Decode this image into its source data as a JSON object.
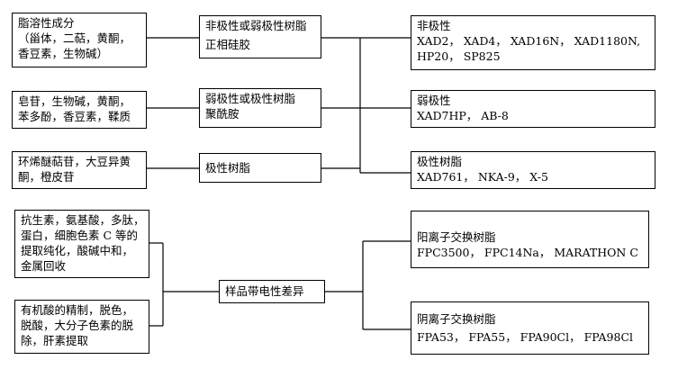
{
  "sources": [
    {
      "lines": [
        "脂溶性成分",
        "（甾体，二萜，黄酮，",
        "香豆素，生物碱）"
      ]
    },
    {
      "lines": [
        "皂苷，生物碱，黄酮，",
        "苯多酚，香豆素，鞣质"
      ]
    },
    {
      "lines": [
        "环烯醚萜苷，大豆异黄",
        "酮，橙皮苷"
      ]
    },
    {
      "lines": [
        "抗生素，氨基酸，多肽，",
        "蛋白，细胞色素 C 等的",
        "提取纯化，酸碱中和，",
        "金属回收"
      ]
    },
    {
      "lines": [
        "有机酸的精制，脱色，",
        "脱酸，大分子色素的脱",
        "除，肝素提取"
      ]
    }
  ],
  "middle": [
    {
      "lines": [
        "非极性或弱极性树脂",
        "正相硅胶"
      ]
    },
    {
      "lines": [
        "弱极性或极性树脂",
        "聚酰胺"
      ]
    },
    {
      "lines": [
        "极性树脂"
      ]
    },
    {
      "lines": [
        "样品带电性差异"
      ]
    }
  ],
  "results": [
    {
      "lines": [
        "非极性",
        "XAD2，  XAD4，  XAD16N，  XAD1180N,",
        "HP20，  SP825"
      ]
    },
    {
      "lines": [
        "弱极性",
        "XAD7HP，  AB-8"
      ]
    },
    {
      "lines": [
        "极性树脂",
        "XAD761，  NKA-9，  X-5"
      ]
    },
    {
      "lines": [
        "阳离子交换树脂",
        "FPC3500，  FPC14Na，  MARATHON C"
      ]
    },
    {
      "lines": [
        "阴离子交换树脂",
        "FPA53，  FPA55，  FPA90Cl，  FPA98Cl"
      ]
    }
  ]
}
